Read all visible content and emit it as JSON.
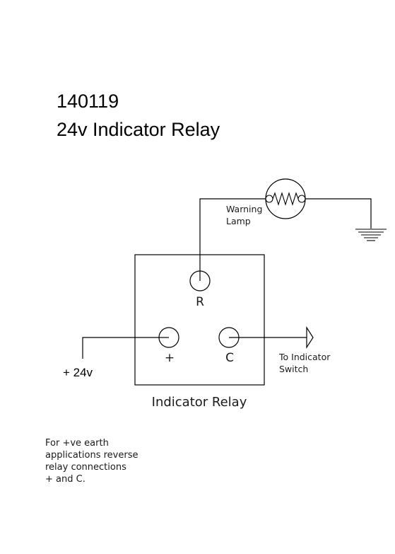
{
  "title": {
    "line1": "140119",
    "line2": "24v Indicator Relay"
  },
  "lamp": {
    "label_line1": "Warning",
    "label_line2": "Lamp"
  },
  "relay": {
    "name": "Indicator Relay",
    "terminals": {
      "r": "R",
      "plus": "+",
      "c": "C"
    }
  },
  "supply": {
    "label": "+ 24v"
  },
  "output": {
    "label_line1": "To Indicator",
    "label_line2": "Switch"
  },
  "note": {
    "lines": [
      "For +ve earth",
      "applications reverse",
      "relay connections",
      "+ and C."
    ]
  },
  "icons": {
    "lamp": "lamp-icon",
    "ground": "ground-icon",
    "arrow": "arrow-icon"
  }
}
